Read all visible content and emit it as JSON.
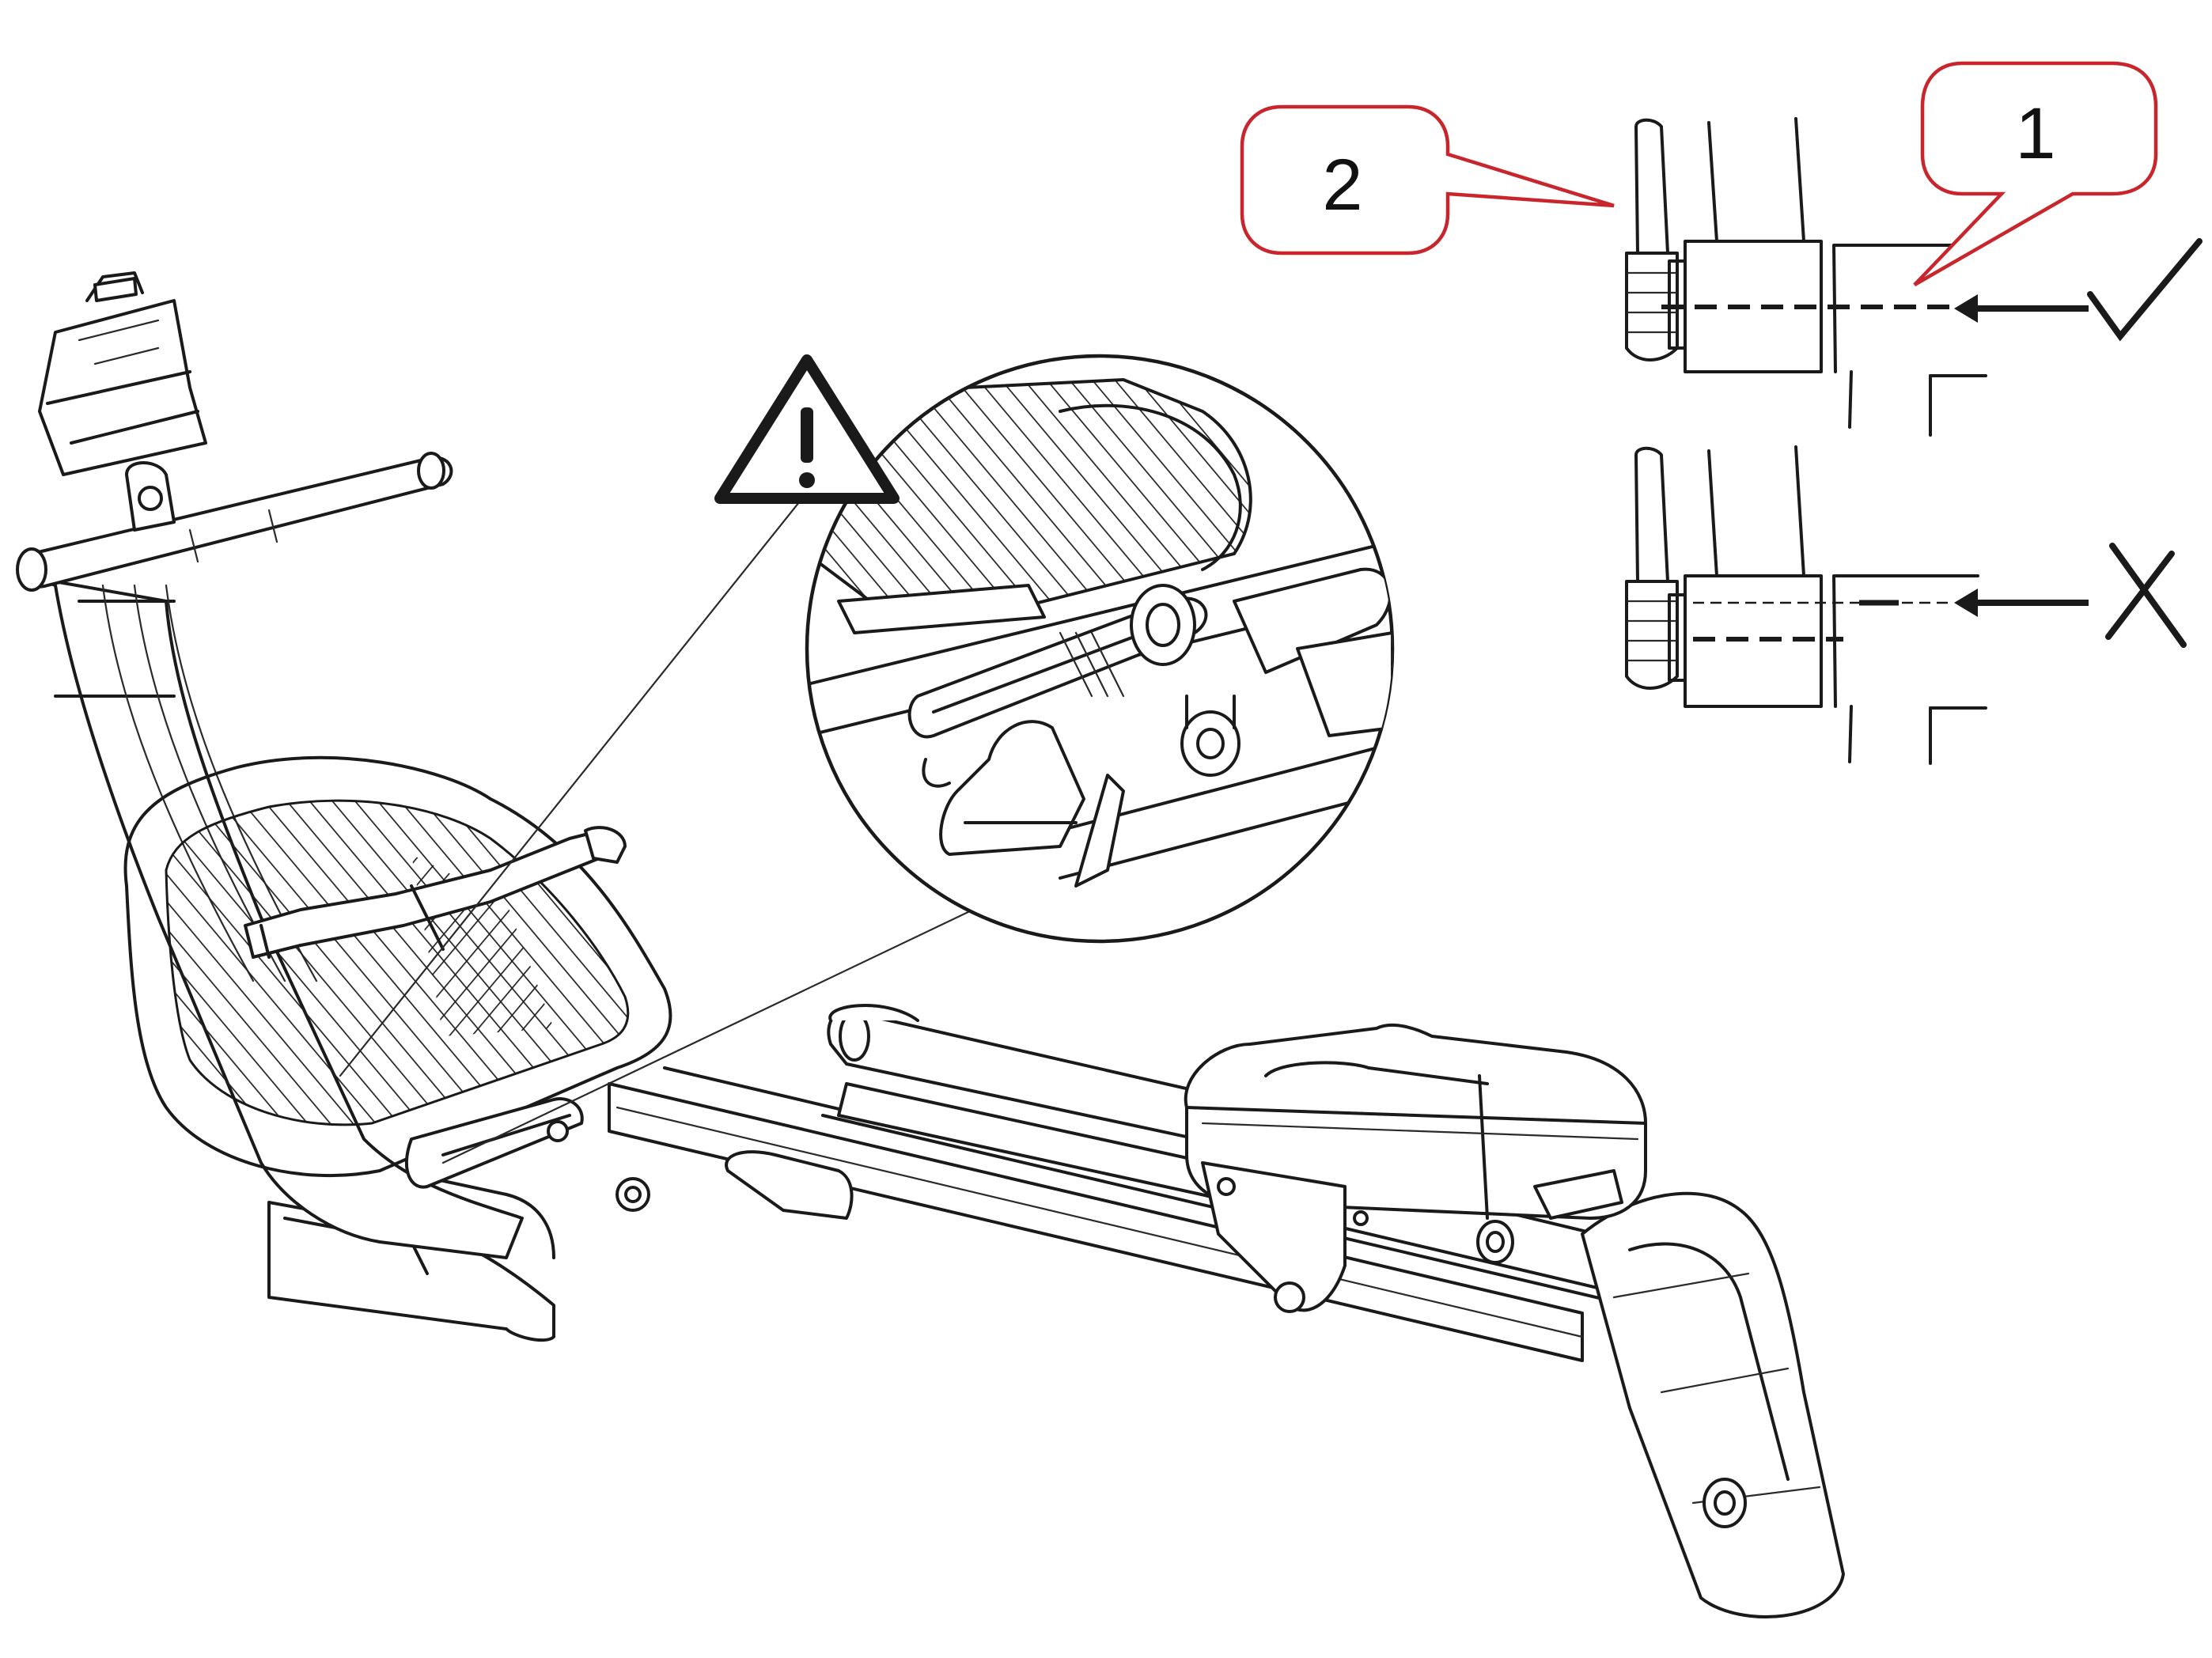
{
  "callouts": [
    {
      "id": "callout-2",
      "label": "2"
    },
    {
      "id": "callout-1",
      "label": "1"
    }
  ],
  "symbols": {
    "warning": "warning-triangle-icon",
    "correct": "checkmark-icon",
    "incorrect": "cross-icon"
  },
  "colors": {
    "callout_border": "#c8262c",
    "line_art": "#1a1a1a",
    "background": "#ffffff"
  }
}
